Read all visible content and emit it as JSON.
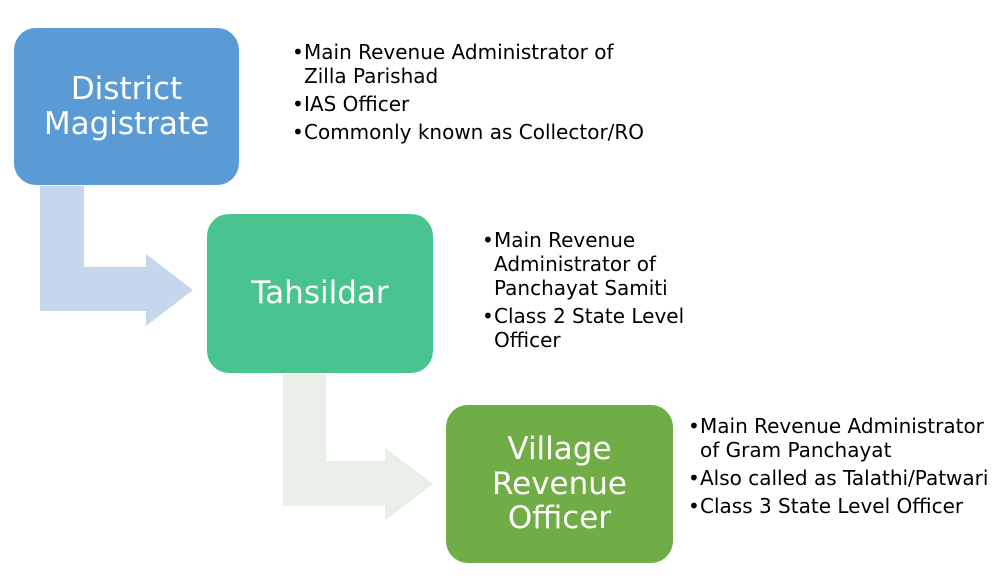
{
  "colors": {
    "district_box": "#5b9bd5",
    "tahsildar_box": "#4ac48f",
    "village_box": "#71ad47",
    "arrow_1": "#c5d6ed",
    "arrow_2": "#e7efe6"
  },
  "nodes": [
    {
      "id": "district-magistrate",
      "title_lines": [
        "District",
        "Magistrate"
      ],
      "bullets": [
        "Main Revenue Administrator of Zilla Parishad",
        "IAS Officer",
        "Commonly known as Collector/RO"
      ]
    },
    {
      "id": "tahsildar",
      "title_lines": [
        "Tahsildar"
      ],
      "bullets": [
        "Main Revenue Administrator of Panchayat Samiti",
        "Class 2 State Level Officer"
      ]
    },
    {
      "id": "village-revenue-officer",
      "title_lines": [
        "Village",
        "Revenue",
        "Officer"
      ],
      "bullets": [
        "Main Revenue Administrator of Gram Panchayat",
        "Also called as Talathi/Patwari",
        "Class 3 State Level Officer"
      ]
    }
  ]
}
